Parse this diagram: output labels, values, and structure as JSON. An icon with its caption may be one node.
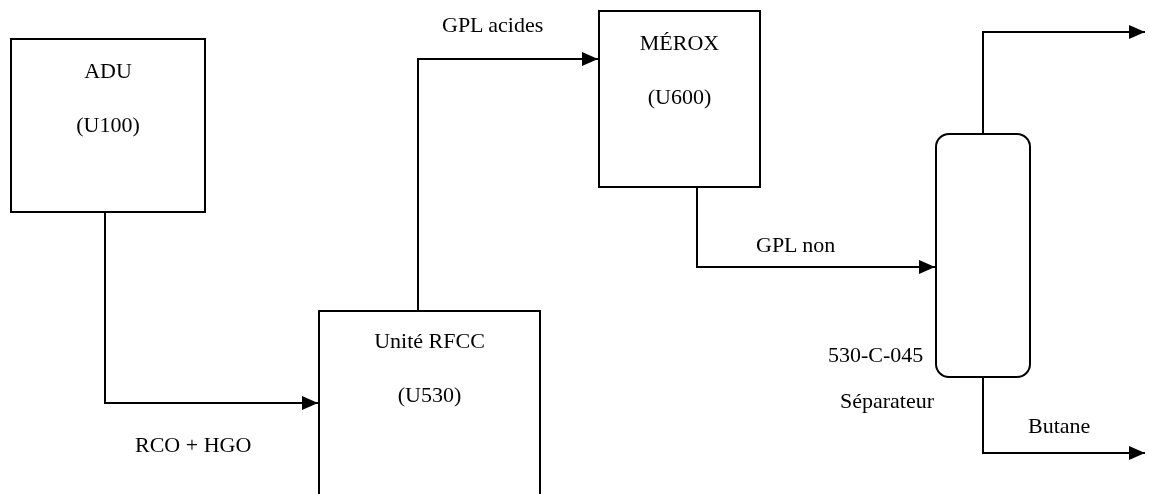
{
  "diagram": {
    "nodes": [
      {
        "text": [
          "ADU",
          "(U100)"
        ]
      },
      {
        "text": [
          "Unité RFCC",
          "(U530)"
        ]
      },
      {
        "text": [
          "MÉROX",
          "(U600)"
        ]
      },
      {
        "text": [],
        "shape": "cylinder",
        "beside": [
          "530-C-045",
          "Séparateur"
        ]
      }
    ],
    "edges": [
      {
        "from": 0,
        "to": 1,
        "arrow": "to",
        "label": "RCO + HGO"
      },
      {
        "from": 1,
        "to": 2,
        "arrow": "to",
        "label": "GPL acides"
      },
      {
        "from": 2,
        "to": 3,
        "arrow": "to",
        "label": "GPL non"
      },
      {
        "from": 3,
        "to": null,
        "arrow": "to"
      },
      {
        "from": 3,
        "to": null,
        "arrow": "to",
        "label": "Butane"
      }
    ]
  }
}
